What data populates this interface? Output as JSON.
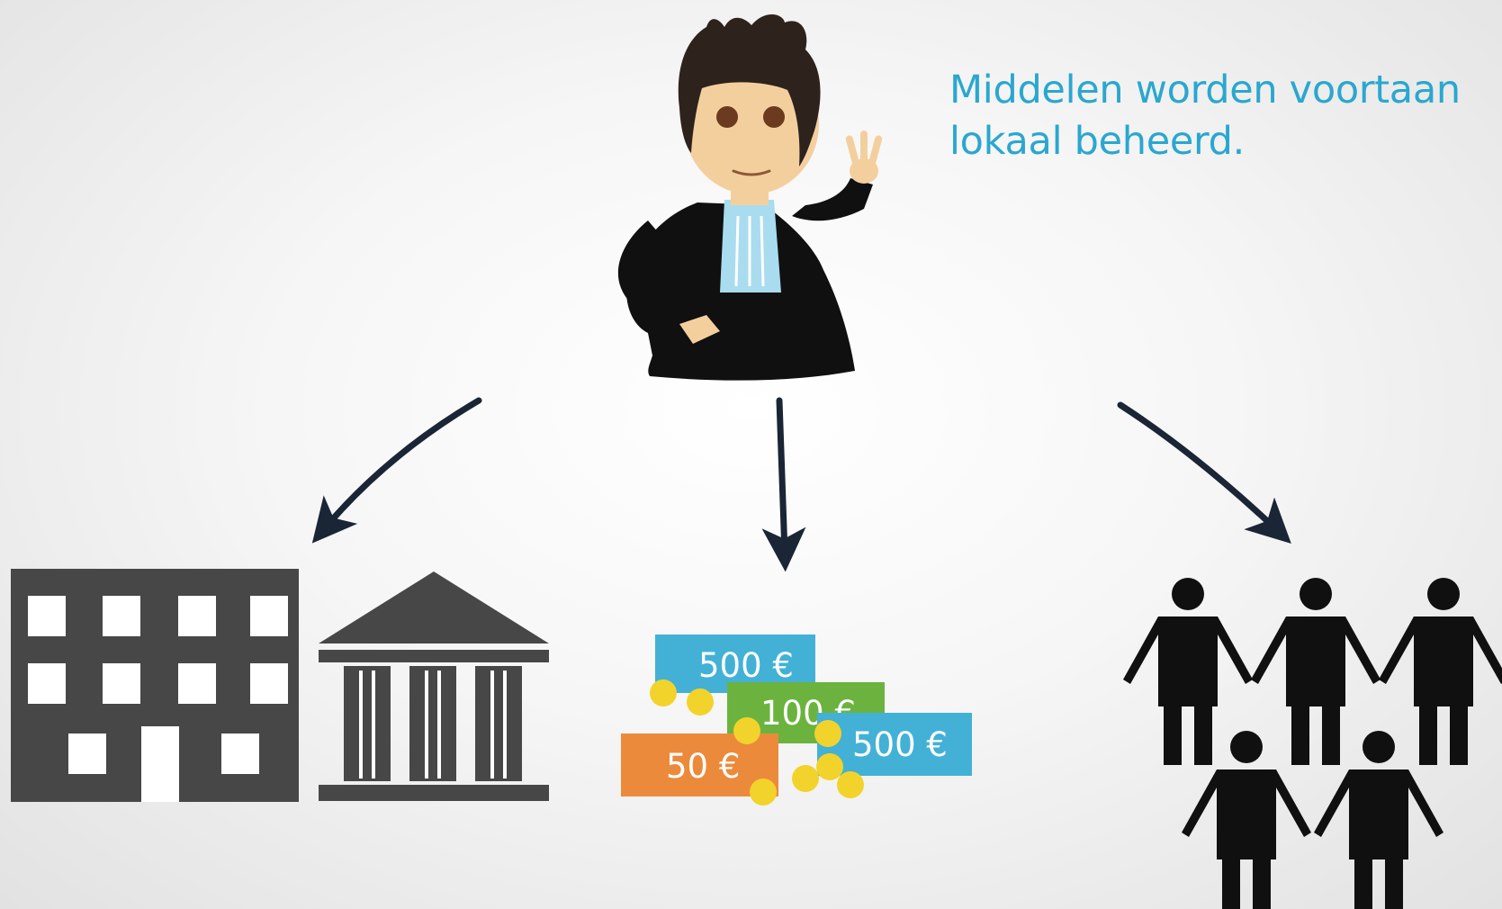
{
  "caption": {
    "line1": "Middelen worden voortaan",
    "line2": "lokaal beheerd."
  },
  "banknotes": [
    {
      "label": "500 €",
      "color": "#43b1d6"
    },
    {
      "label": "100 €",
      "color": "#6bb33e"
    },
    {
      "label": "50 €",
      "color": "#ec8a3c"
    },
    {
      "label": "500 €",
      "color": "#43b1d6"
    }
  ],
  "colors": {
    "caption": "#2aa7cf",
    "building": "#474747",
    "arrow": "#1a2536",
    "people": "#101010",
    "coin": "#f2d32b",
    "robe": "#101010",
    "skin": "#f4cf9e",
    "hair": "#2e221d",
    "jabot": "#a9dcef"
  },
  "icons": [
    "judge-figure",
    "office-building-icon",
    "courthouse-icon",
    "money-icon",
    "people-group-icon"
  ]
}
